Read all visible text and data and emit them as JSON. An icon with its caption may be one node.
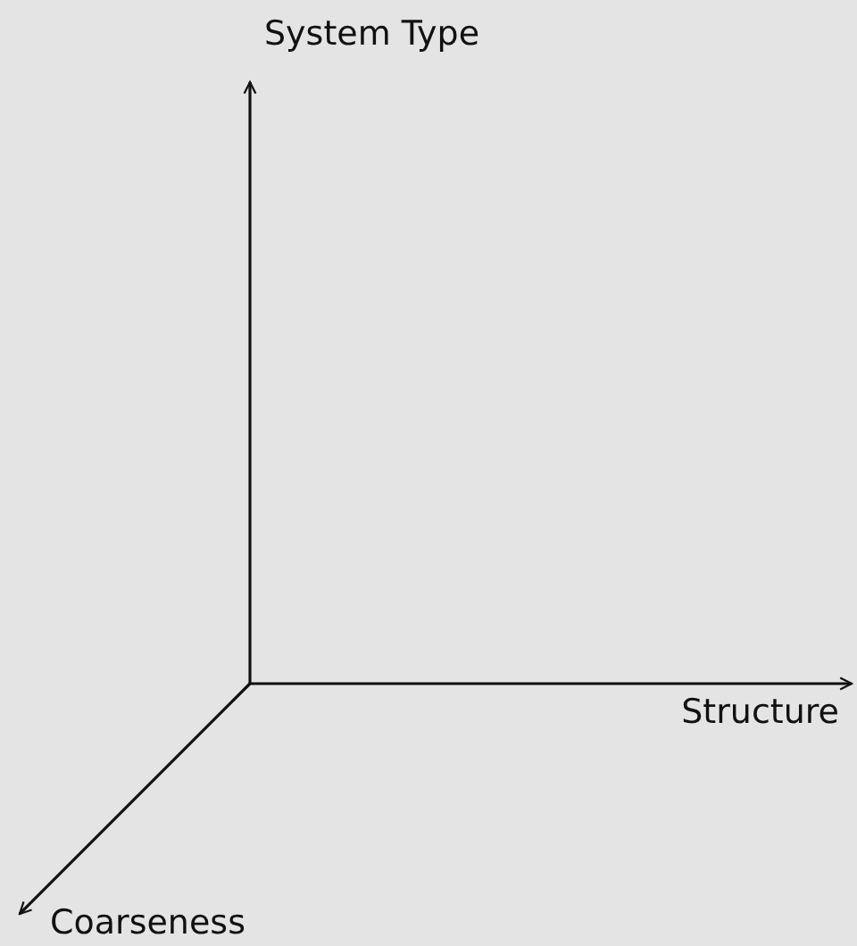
{
  "diagram": {
    "labels": [
      "System Type",
      "Structure",
      "Coarseness"
    ]
  }
}
